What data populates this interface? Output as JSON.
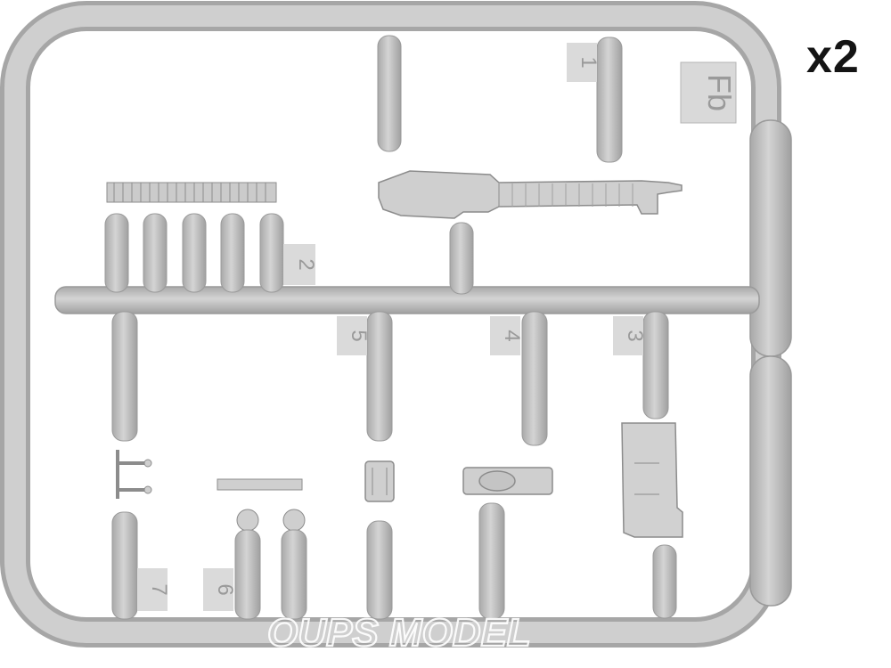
{
  "sheet": {
    "tag": "Fb",
    "multiplier": "x2"
  },
  "parts": [
    {
      "number": "1"
    },
    {
      "number": "2"
    },
    {
      "number": "3"
    },
    {
      "number": "4"
    },
    {
      "number": "5"
    },
    {
      "number": "6"
    },
    {
      "number": "7"
    }
  ],
  "watermark": {
    "text": "OUPS MODEL"
  },
  "colors": {
    "plastic": "#c9c9c9",
    "plastic_shadow": "#9c9c9c",
    "label_box": "#dadada"
  }
}
